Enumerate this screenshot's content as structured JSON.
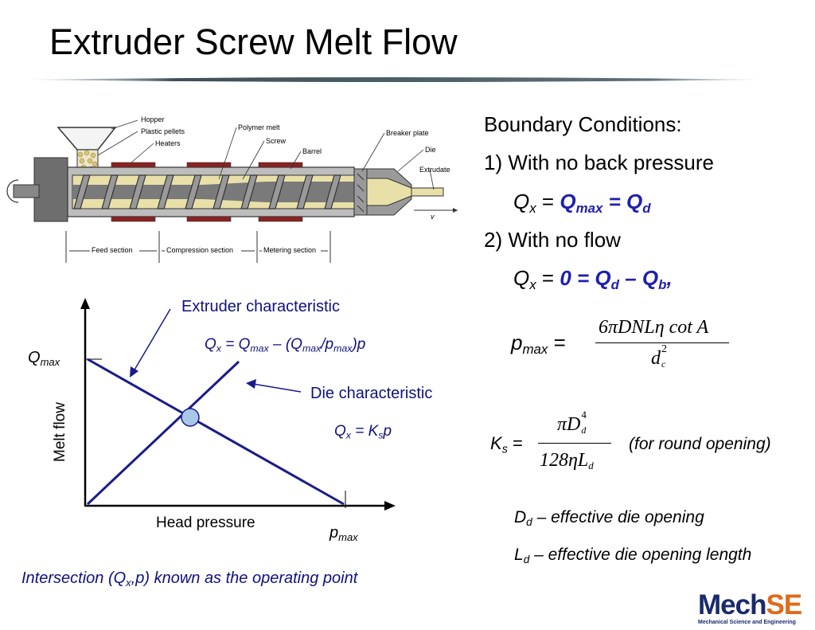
{
  "title": "Extruder Screw Melt Flow",
  "diagram": {
    "labels": {
      "hopper": "Hopper",
      "pellets": "Plastic pellets",
      "heaters": "Heaters",
      "polymer_melt": "Polymer melt",
      "screw": "Screw",
      "barrel": "Barrel",
      "breaker_plate": "Breaker plate",
      "die": "Die",
      "extrudate": "Extrudate",
      "v": "v",
      "feed_section": "Feed section",
      "compression_section": "Compression section",
      "metering_section": "Metering section"
    }
  },
  "right": {
    "boundary_heading": "Boundary Conditions:",
    "case1": "1) With no back pressure",
    "case1_eq": {
      "lhs": "Q",
      "lhs_sub": "x",
      "eq": " = ",
      "r1": "Q",
      "r1_sub": "max",
      "r2": " = Q",
      "r2_sub": "d"
    },
    "case2": "2) With no flow",
    "case2_eq": {
      "lhs": "Q",
      "lhs_sub": "x",
      "eq": " = ",
      "r1": "0 = Q",
      "r1_sub": "d",
      "r2": " – Q",
      "r2_sub": "b",
      "tail": ","
    },
    "pmax": {
      "lhs": "p",
      "lhs_sub": "max",
      "eq": " =",
      "num": "6πDNLη cot A",
      "den": "d",
      "den_sup": "2",
      "den_sub": "c"
    },
    "ks": {
      "lhs": "K",
      "lhs_sub": "s",
      "eq": " =",
      "num_a": "πD",
      "num_sup": "4",
      "num_sub": "d",
      "den_a": "128ηL",
      "den_sub": "d",
      "note": "(for round opening)"
    },
    "dd": {
      "sym": "D",
      "sub": "d",
      "text": " – effective die opening"
    },
    "ld": {
      "sym": "L",
      "sub": "d",
      "text": " – effective die opening length"
    }
  },
  "graph": {
    "ylabel": "Melt flow",
    "xlabel": "Head pressure",
    "qmax": {
      "sym": "Q",
      "sub": "max"
    },
    "pmax": {
      "sym": "p",
      "sub": "max"
    },
    "extruder_label": "Extruder characteristic",
    "extruder_eq": {
      "a": "Q",
      "a_sub": "x",
      "b": " = Q",
      "b_sub": "max",
      "c": " – (Q",
      "c_sub": "max",
      "d": "/p",
      "d_sub": "max",
      "e": ")p"
    },
    "die_label": "Die characteristic",
    "die_eq": {
      "a": "Q",
      "a_sub": "x",
      "b": " = K",
      "b_sub": "s",
      "c": "p"
    },
    "line_color": "#1a1a8c",
    "point_color": "#a9c8e8"
  },
  "caption": {
    "a": "Intersection (Q",
    "a_sub": "x",
    "b": ",p) known as the operating point"
  },
  "logo": {
    "text": "MechSE",
    "mech": "Mech",
    "se": "SE",
    "tagline": "Mechanical Science and Engineering",
    "mech_color": "#1a2a6c",
    "se_color": "#e06a1a"
  }
}
